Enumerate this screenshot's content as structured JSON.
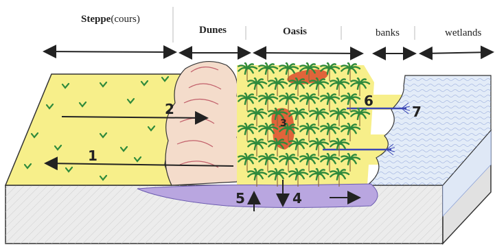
{
  "zones": {
    "steppe": {
      "name": "Steppe",
      "suffix": "(cours)"
    },
    "dunes": {
      "name": "Dunes"
    },
    "oasis": {
      "name": "Oasis"
    },
    "banks": {
      "name": "banks"
    },
    "wetlands": {
      "name": "wetlands"
    }
  },
  "markers": {
    "m1": "1",
    "m2": "2",
    "m3": "3",
    "m4": "4",
    "m5": "5",
    "m6": "6",
    "m7": "7"
  },
  "colors": {
    "steppe": "#f7ef8a",
    "dunes": "#f2d9c8",
    "oasis_trees": "#2f8a3c",
    "wetland": "#e3ecf8",
    "water_table": "#b9a6e0",
    "soil": "#e9e9e9",
    "canal": "#3b47b5"
  },
  "icons": [
    "palm-tree-icon",
    "grass-tuft-icon",
    "arrow-icon"
  ]
}
